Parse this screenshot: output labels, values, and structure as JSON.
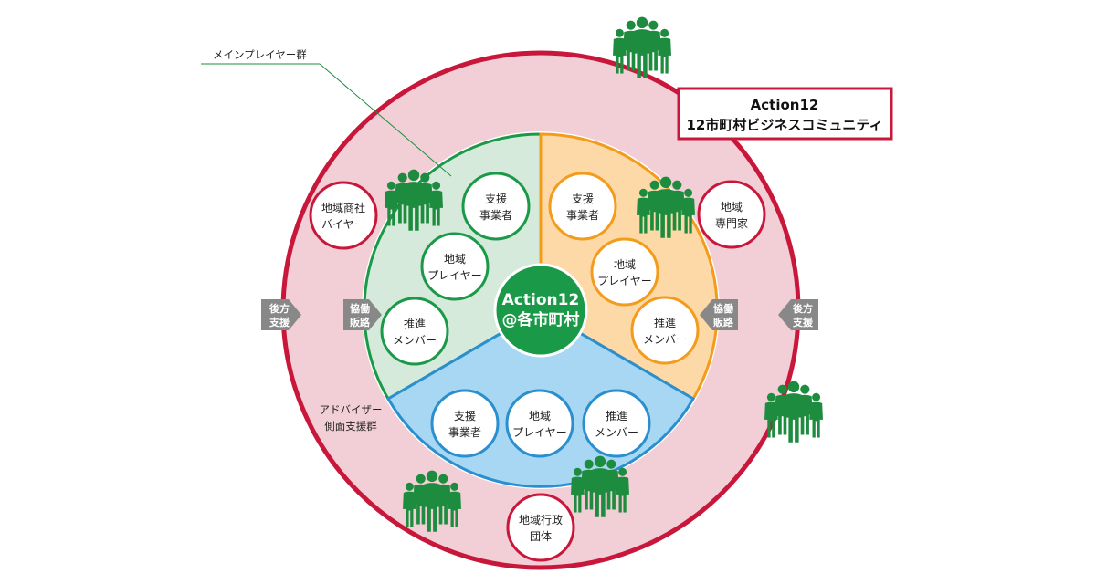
{
  "title": {
    "line1": "Action12",
    "line2": "12市町村ビジネスコミュニティ"
  },
  "center": {
    "line1": "Action12",
    "line2": "@各市町村"
  },
  "main_players_label": "メインプレイヤー群",
  "advisor_label": {
    "line1": "アドバイザー",
    "line2": "側面支援群"
  },
  "outer_nodes": {
    "trading": {
      "line1": "地域商社",
      "line2": "バイヤー"
    },
    "experts": {
      "line1": "地域",
      "line2": "専門家"
    },
    "government": {
      "line1": "地域行政",
      "line2": "団体"
    }
  },
  "arrows": {
    "left_outer": {
      "line1": "後方",
      "line2": "支援"
    },
    "left_inner": {
      "line1": "協働",
      "line2": "販路"
    },
    "right_inner": {
      "line1": "協働",
      "line2": "販路"
    },
    "right_outer": {
      "line1": "後方",
      "line2": "支援"
    }
  },
  "sectors": {
    "green": {
      "support": {
        "line1": "支援",
        "line2": "事業者"
      },
      "player": {
        "line1": "地域",
        "line2": "プレイヤー"
      },
      "member": {
        "line1": "推進",
        "line2": "メンバー"
      }
    },
    "orange": {
      "support": {
        "line1": "支援",
        "line2": "事業者"
      },
      "player": {
        "line1": "地域",
        "line2": "プレイヤー"
      },
      "member": {
        "line1": "推進",
        "line2": "メンバー"
      }
    },
    "blue": {
      "support": {
        "line1": "支援",
        "line2": "事業者"
      },
      "player": {
        "line1": "地域",
        "line2": "プレイヤー"
      },
      "member": {
        "line1": "推進",
        "line2": "メンバー"
      }
    }
  },
  "colors": {
    "outer_ring": "#c8173a",
    "outer_fill": "#f2cfd6",
    "green_sector": "#d6eadb",
    "orange_sector": "#fdd9a8",
    "blue_sector": "#a7d7f2",
    "green": "#1a9a48",
    "orange": "#f39b1b",
    "blue": "#2a8fce",
    "people": "#1d8c3e",
    "arrow_gray": "#888888"
  },
  "icons": [
    "people-group-icon",
    "arrow-right-icon",
    "arrow-left-icon"
  ]
}
